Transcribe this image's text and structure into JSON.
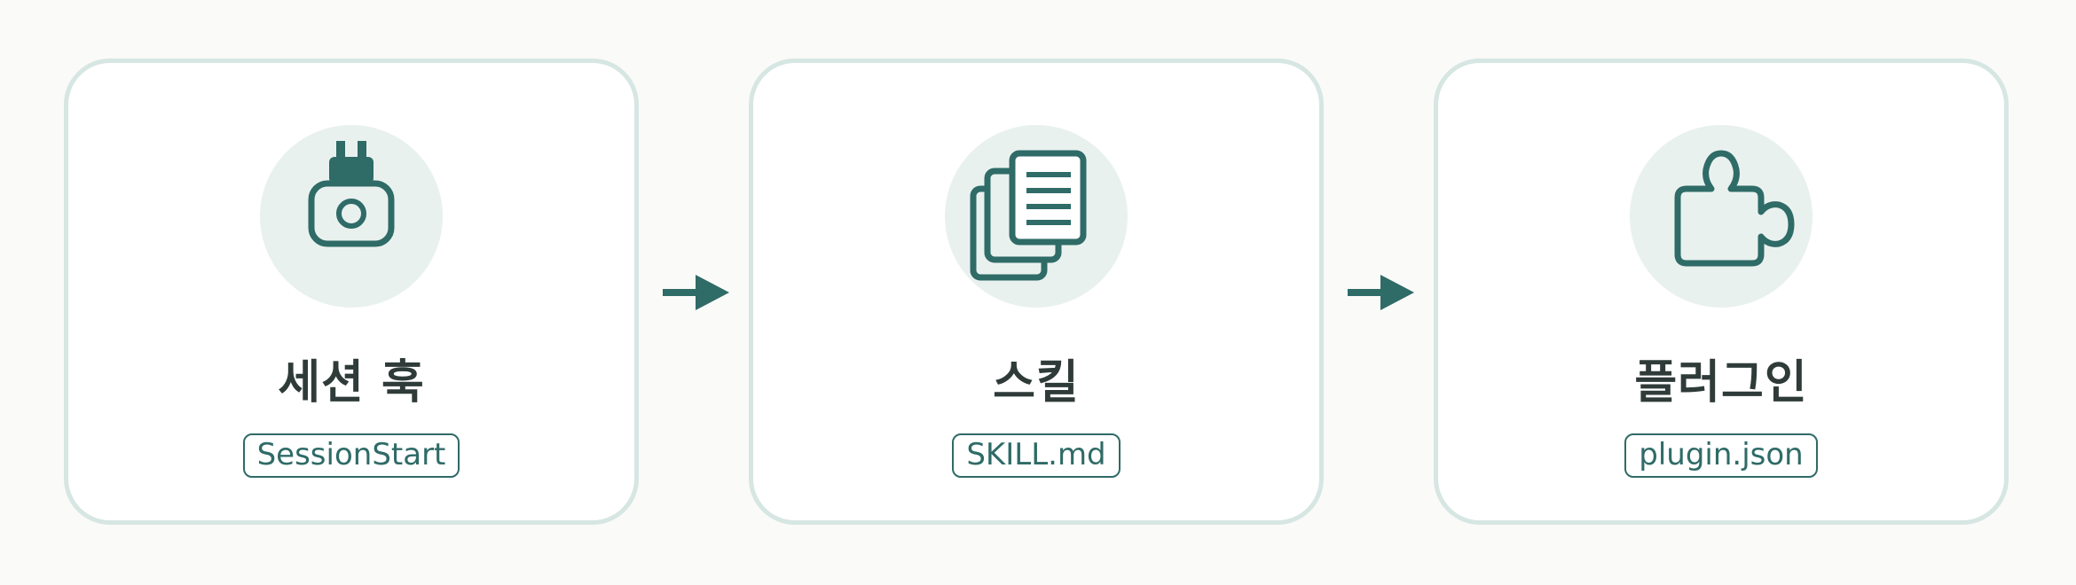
{
  "steps": [
    {
      "title": "세션 훅",
      "badge": "SessionStart",
      "icon": "plug-icon"
    },
    {
      "title": "스킬",
      "badge": "SKILL.md",
      "icon": "documents-icon"
    },
    {
      "title": "플러그인",
      "badge": "plugin.json",
      "icon": "puzzle-icon"
    }
  ],
  "colors": {
    "accent": "#2f6b67",
    "card_border": "#d6e6e3",
    "icon_bg": "#e9f1ef",
    "title": "#2f3b39",
    "background": "#fafaf8"
  }
}
